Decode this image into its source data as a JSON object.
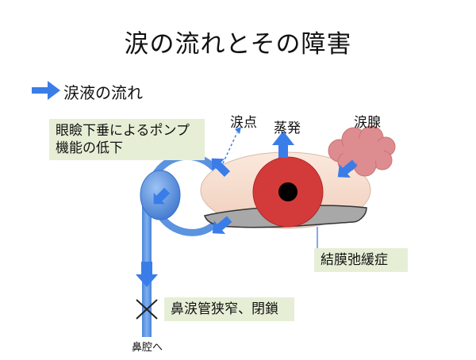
{
  "title": "涙の流れとその障害",
  "legend": {
    "icon": "blue-arrow-icon",
    "label": "涙液の流れ"
  },
  "labels": {
    "punctum": "涙点",
    "evaporation": "蒸発",
    "lacrimal_gland": "涙腺",
    "pump_line1": "眼瞼下垂によるポンプ",
    "pump_line2": "機能の低下",
    "conjunctivochalasis": "結膜弛緩症",
    "stenosis": "鼻涙管狭窄、閉鎖",
    "nasal_cavity": "鼻腔へ"
  },
  "colors": {
    "flow_arrow": "#3a7de8",
    "eye_white": "#f5dccc",
    "iris": "#d23b3a",
    "pupil": "#000000",
    "gland": "#dd8c8f",
    "duct": "#5b93e0",
    "label_box": "#e6efd6",
    "conjunctiva": "#999999"
  }
}
